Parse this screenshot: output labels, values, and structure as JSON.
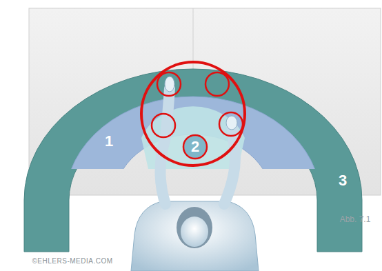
{
  "diagram": {
    "labels": [
      "1",
      "2",
      "3",
      "Abb. 7.1",
      "©EHLERS-MEDIA.COM"
    ]
  }
}
